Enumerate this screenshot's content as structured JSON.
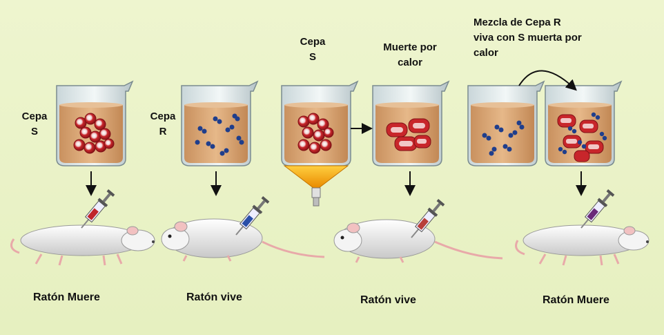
{
  "panels": [
    {
      "beaker_label_line1": "Cepa",
      "beaker_label_line2": "S",
      "outcome": "Ratón Muere",
      "syringe_color": "#c0252a"
    },
    {
      "beaker_label_line1": "Cepa",
      "beaker_label_line2": "R",
      "outcome": "Ratón vive",
      "syringe_color": "#2a4fa8"
    },
    {
      "top_label_line1": "Cepa",
      "top_label_line2": "S",
      "heat_label_line1": "Muerte por",
      "heat_label_line2": "calor",
      "outcome": "Ratón vive",
      "syringe_color": "#b8403a"
    },
    {
      "mix_label_line1": "Mezcla de Cepa R",
      "mix_label_line2": "viva con S muerta por",
      "mix_label_line3": "calor",
      "outcome": "Ratón Muere",
      "syringe_color": "#6a2a78"
    }
  ],
  "colors": {
    "background": "#eaf2c6",
    "liquid": "#d9a877",
    "s_strain": "#c8262b",
    "r_strain": "#1f3e8c",
    "flame": "#f2a400"
  }
}
